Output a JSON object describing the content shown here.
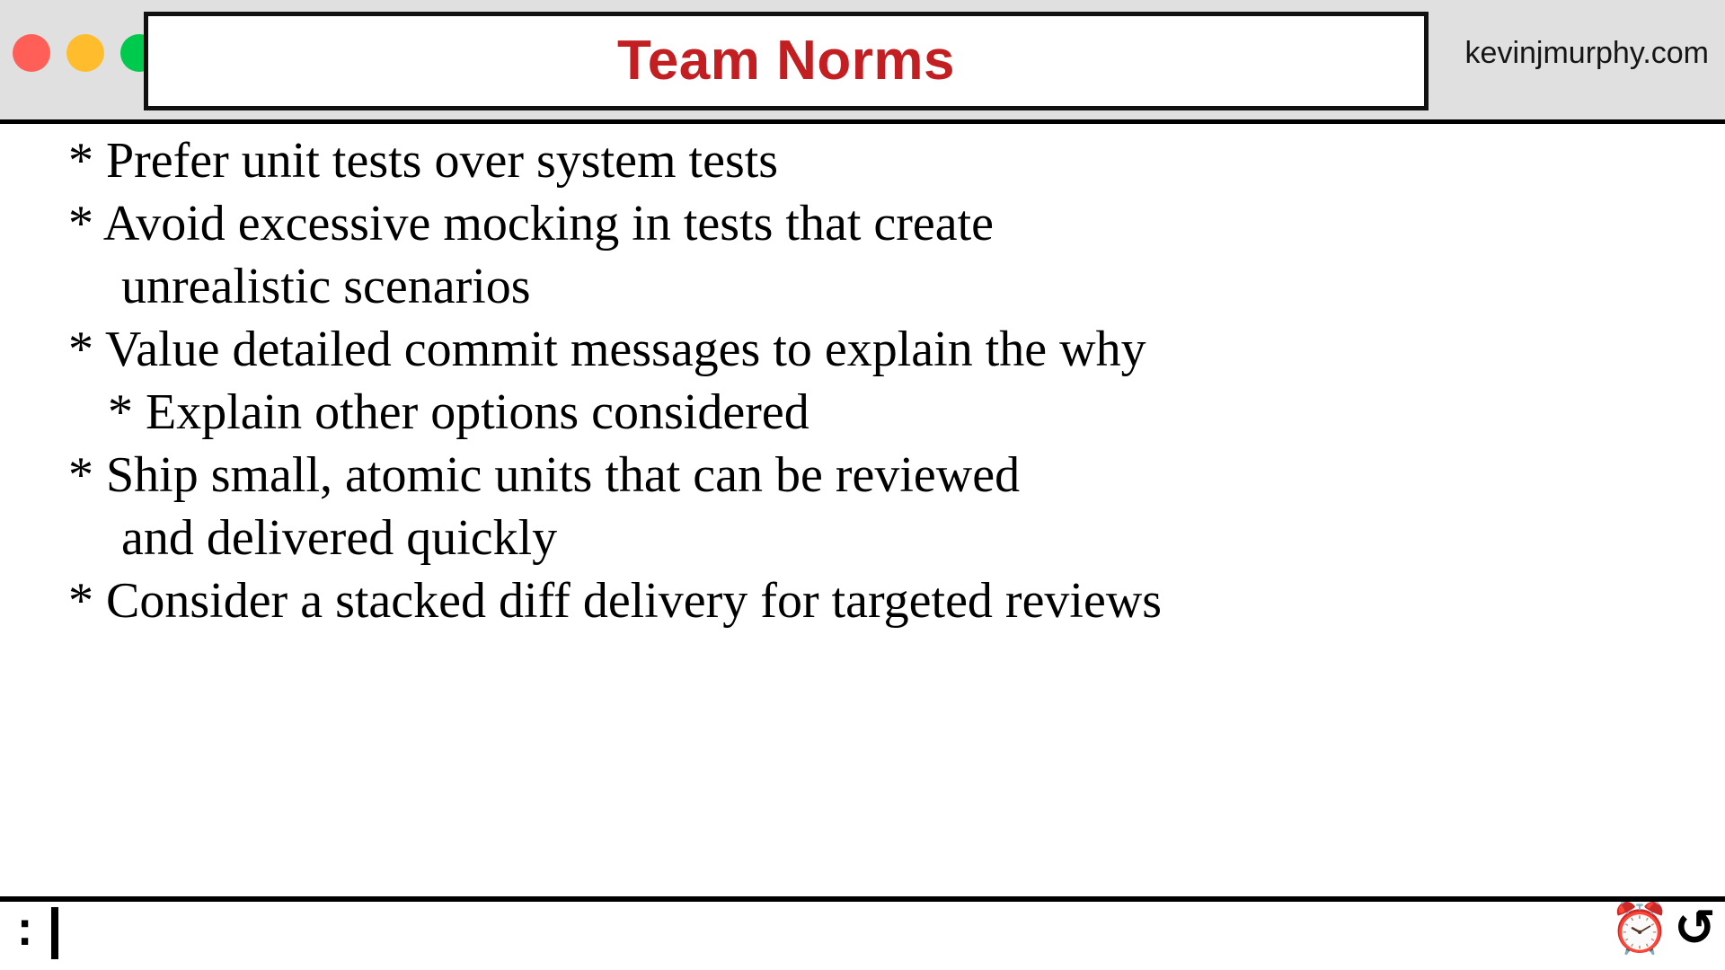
{
  "window": {
    "title": "Team Norms",
    "site_label": "kevinjmurphy.com",
    "title_color": "#c31f23",
    "titlebar_background": "#e0e0e0",
    "traffic_lights": [
      {
        "name": "close",
        "color": "#ff5f56"
      },
      {
        "name": "minimize",
        "color": "#ffbd2e"
      },
      {
        "name": "maximize",
        "color": "#00ca4e"
      }
    ]
  },
  "slide": {
    "lines": [
      {
        "text": "* Prefer unit tests over system tests",
        "style": "bullet"
      },
      {
        "text": "* Avoid excessive mocking in tests that create",
        "style": "bullet"
      },
      {
        "text": "unrealistic scenarios",
        "style": "wrap"
      },
      {
        "text": "* Value detailed commit messages to explain the why",
        "style": "bullet"
      },
      {
        "text": "* Explain other options considered",
        "style": "sub"
      },
      {
        "text": "* Ship small, atomic units that can be reviewed",
        "style": "bullet"
      },
      {
        "text": "and delivered quickly",
        "style": "wrap"
      },
      {
        "text": "* Consider a stacked diff delivery for targeted reviews",
        "style": "bullet"
      }
    ]
  },
  "command_bar": {
    "prompt_symbol": ":",
    "input_value": "",
    "icons": [
      {
        "name": "alarm-clock-icon",
        "glyph": "⏰"
      },
      {
        "name": "rotate-counterclockwise-icon",
        "glyph": "↺"
      }
    ]
  }
}
